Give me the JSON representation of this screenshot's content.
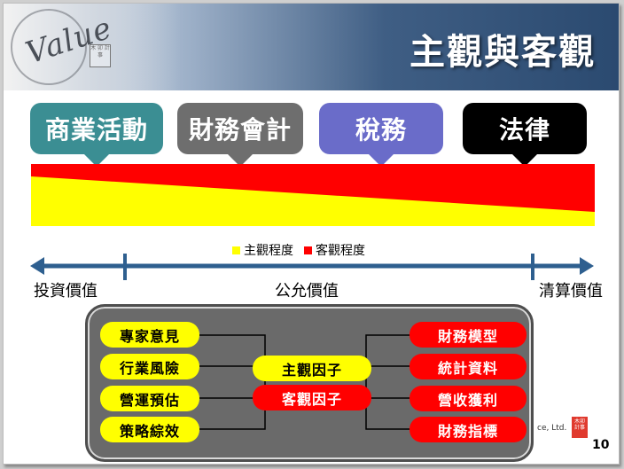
{
  "header": {
    "title": "主觀與客觀",
    "logo_text": "Value",
    "seal_text": "木 卯 計 事",
    "colors": {
      "band_start": "#e8eef5",
      "band_end": "#2b4a70",
      "title": "#ffffff"
    }
  },
  "categories": [
    {
      "label": "商業活動",
      "color": "#3b8e93"
    },
    {
      "label": "財務會計",
      "color": "#6e6e6e"
    },
    {
      "label": "稅務",
      "color": "#6a6cc9"
    },
    {
      "label": "法律",
      "color": "#000000"
    }
  ],
  "band": {
    "subjective_color": "#ffff00",
    "objective_color": "#ff0000"
  },
  "legend": {
    "subjective": "主觀程度",
    "objective": "客觀程度"
  },
  "axis": {
    "color": "#2e5f8f",
    "left": "投資價值",
    "center": "公允價值",
    "right": "清算價值"
  },
  "factors": {
    "left_items": [
      "專家意見",
      "行業風險",
      "營運預估",
      "策略綜效"
    ],
    "center": {
      "subjective": "主觀因子",
      "objective": "客觀因子"
    },
    "right_items": [
      "財務模型",
      "統計資料",
      "營收獲利",
      "財務指標"
    ]
  },
  "footer": {
    "company_fragment": "ce, Ltd.",
    "seal_text": "木卯 計事",
    "page_number": "10"
  }
}
